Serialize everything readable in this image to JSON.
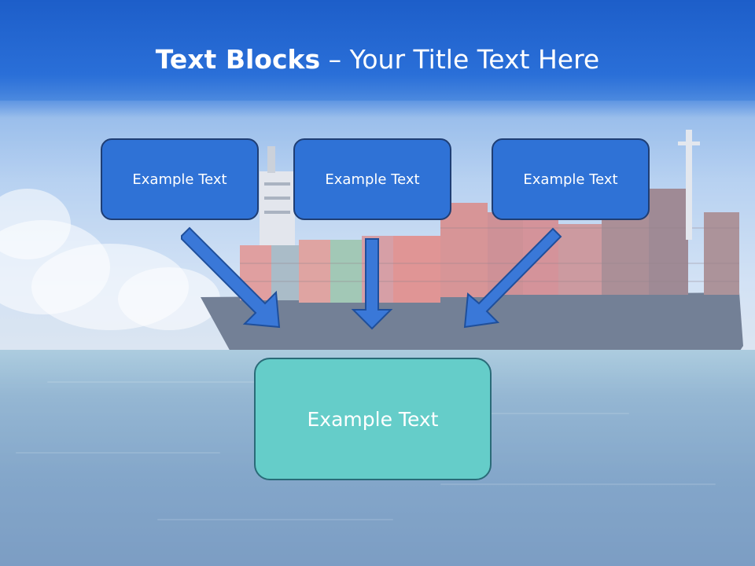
{
  "slide": {
    "title_bold": "Text Blocks",
    "title_rest": " – Your Title Text Here"
  },
  "diagram": {
    "top_boxes": [
      {
        "label": "Example Text"
      },
      {
        "label": "Example Text"
      },
      {
        "label": "Example Text"
      }
    ],
    "bottom_box": {
      "label": "Example Text"
    }
  },
  "colors": {
    "title_banner": "#2a6fd8",
    "top_box_fill": "#2f72d6",
    "top_box_border": "#1f3e74",
    "bottom_box_fill": "#65cdc9",
    "bottom_box_border": "#2a6b78",
    "arrow_fill": "#3a78d8"
  },
  "background": {
    "image": "container-ship-photo"
  }
}
